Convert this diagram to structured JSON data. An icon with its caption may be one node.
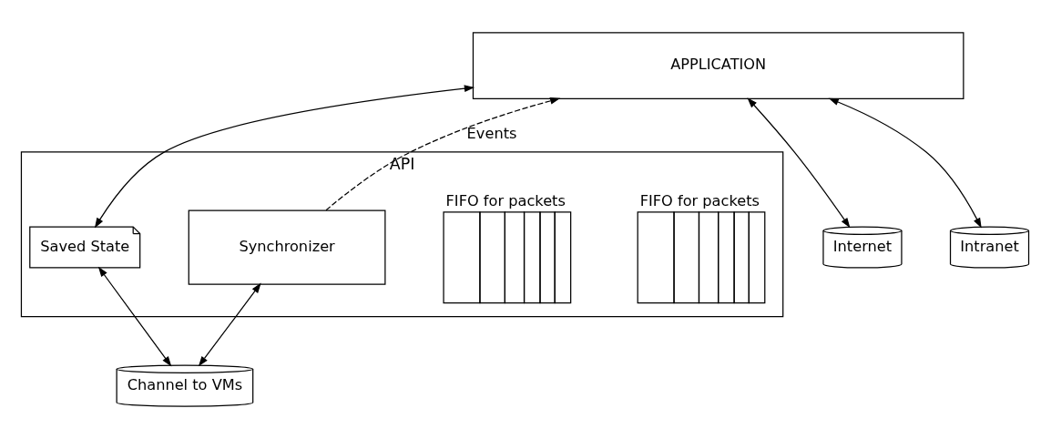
{
  "diagram": {
    "nodes": [
      {
        "text": [
          "APPLICATION"
        ]
      },
      {
        "text": [
          "API"
        ]
      },
      {
        "text": [
          "FIFO for packets"
        ],
        "in": 1
      },
      {
        "text": [
          "FIFO for packets"
        ],
        "in": 1
      },
      {
        "text": [
          "Saved State"
        ],
        "in": 1
      },
      {
        "text": [
          "Synchronizer"
        ],
        "in": 1
      },
      {
        "text": [
          "Internet"
        ]
      },
      {
        "text": [
          "Intranet"
        ]
      },
      {
        "text": [
          "Channel to VMs"
        ]
      }
    ],
    "edges": [
      {
        "from": 0,
        "to": 6,
        "arrow": "both"
      },
      {
        "from": 0,
        "to": 7,
        "arrow": "both"
      },
      {
        "from": 5,
        "to": 0,
        "arrow": "to",
        "label": "Events",
        "style": "dashed"
      },
      {
        "from": 0,
        "to": 4,
        "arrow": "both"
      },
      {
        "from": 4,
        "to": 8,
        "arrow": "both"
      },
      {
        "from": 5,
        "to": 8,
        "arrow": "both"
      }
    ]
  }
}
